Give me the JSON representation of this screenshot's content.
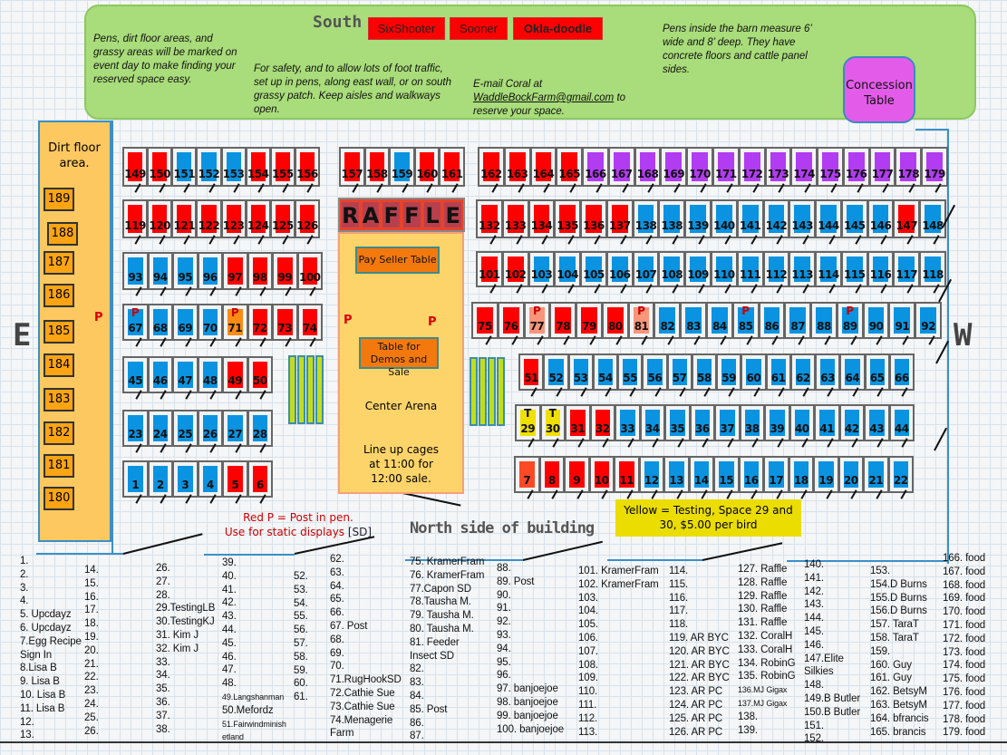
{
  "banner": {
    "note_left": "Pens, dirt floor areas, and grassy areas will  be marked on  event day to make finding your reserved space easy.",
    "note_safety": "For safety, and to allow lots of foot traffic, set up in pens, along east wall, or on south grassy patch.  Keep aisles and walkways open.",
    "south_label": "South",
    "tags": [
      "SixShooter",
      "Sooner",
      "Okla-doodle"
    ],
    "email_prefix": "E-mail Coral at",
    "email": "WaddleBockFarm@gmail.com",
    "email_suffix": "to reserve your space.",
    "pens_note": "Pens inside the barn measure 6’ wide and 8’ deep.  They have concrete floors and cattle panel sides.",
    "concession": "Concession Table"
  },
  "dirt_floor": {
    "title": "Dirt floor area.",
    "stalls": [
      "189",
      "188",
      "187",
      "186",
      "185",
      "184",
      "183",
      "182",
      "181",
      "180"
    ],
    "post_mark": "P"
  },
  "colors": {
    "r": "#ff0000",
    "b": "#0a93e0",
    "p": "#b23cf2",
    "o": "#fa8c14",
    "pk": "#f8957a",
    "y": "#f0e000",
    "or": "#fc4a25"
  },
  "pen_rows": [
    {
      "id": "r1-left",
      "pens": [
        [
          149,
          "r"
        ],
        [
          150,
          "r"
        ],
        [
          151,
          "b"
        ],
        [
          152,
          "b"
        ],
        [
          153,
          "b"
        ],
        [
          154,
          "r"
        ],
        [
          155,
          "r"
        ],
        [
          156,
          "r"
        ]
      ]
    },
    {
      "id": "r1-mid",
      "pens": [
        [
          157,
          "r"
        ],
        [
          158,
          "r"
        ],
        [
          159,
          "b"
        ],
        [
          160,
          "r"
        ],
        [
          161,
          "r"
        ]
      ]
    },
    {
      "id": "r1-right",
      "pens": [
        [
          162,
          "r"
        ],
        [
          163,
          "r"
        ],
        [
          164,
          "r"
        ],
        [
          165,
          "r"
        ],
        [
          166,
          "p"
        ],
        [
          167,
          "p"
        ],
        [
          168,
          "p"
        ],
        [
          169,
          "p"
        ],
        [
          170,
          "p"
        ],
        [
          171,
          "p"
        ],
        [
          172,
          "p"
        ],
        [
          173,
          "p"
        ],
        [
          174,
          "p"
        ],
        [
          175,
          "p"
        ],
        [
          176,
          "p"
        ],
        [
          177,
          "p"
        ],
        [
          178,
          "p"
        ],
        [
          179,
          "p"
        ]
      ]
    },
    {
      "id": "r2-left",
      "pens": [
        [
          119,
          "r"
        ],
        [
          120,
          "r"
        ],
        [
          121,
          "r"
        ],
        [
          122,
          "r"
        ],
        [
          123,
          "r"
        ],
        [
          124,
          "r"
        ],
        [
          125,
          "r"
        ],
        [
          126,
          "r"
        ]
      ]
    },
    {
      "id": "r2-right",
      "pens": [
        [
          132,
          "r"
        ],
        [
          133,
          "r"
        ],
        [
          134,
          "r"
        ],
        [
          135,
          "r"
        ],
        [
          136,
          "r"
        ],
        [
          137,
          "r"
        ],
        [
          138,
          "b"
        ],
        [
          138,
          "b"
        ],
        [
          139,
          "b"
        ],
        [
          140,
          "b"
        ],
        [
          141,
          "b"
        ],
        [
          142,
          "b"
        ],
        [
          143,
          "b"
        ],
        [
          144,
          "b"
        ],
        [
          145,
          "b"
        ],
        [
          146,
          "b"
        ],
        [
          147,
          "r"
        ],
        [
          148,
          "b"
        ]
      ]
    },
    {
      "id": "r3-left",
      "pens": [
        [
          93,
          "b"
        ],
        [
          94,
          "b"
        ],
        [
          95,
          "b"
        ],
        [
          96,
          "b"
        ],
        [
          97,
          "r"
        ],
        [
          98,
          "r"
        ],
        [
          99,
          "r"
        ],
        [
          100,
          "r"
        ]
      ]
    },
    {
      "id": "r3-right",
      "pens": [
        [
          101,
          "r"
        ],
        [
          102,
          "r"
        ],
        [
          103,
          "b"
        ],
        [
          104,
          "b"
        ],
        [
          105,
          "b"
        ],
        [
          106,
          "b"
        ],
        [
          107,
          "b"
        ],
        [
          108,
          "b"
        ],
        [
          109,
          "b"
        ],
        [
          110,
          "b"
        ],
        [
          111,
          "b"
        ],
        [
          112,
          "b"
        ],
        [
          113,
          "b"
        ],
        [
          114,
          "b"
        ],
        [
          115,
          "b"
        ],
        [
          116,
          "b"
        ],
        [
          117,
          "b"
        ],
        [
          118,
          "b"
        ]
      ]
    },
    {
      "id": "r4-left",
      "pens": [
        [
          67,
          "b",
          "P"
        ],
        [
          68,
          "b"
        ],
        [
          69,
          "b"
        ],
        [
          70,
          "b"
        ],
        [
          71,
          "o",
          "P"
        ],
        [
          72,
          "r"
        ],
        [
          73,
          "r"
        ],
        [
          74,
          "r"
        ]
      ]
    },
    {
      "id": "r4-right",
      "pens": [
        [
          75,
          "r"
        ],
        [
          76,
          "r"
        ],
        [
          77,
          "pk",
          "P"
        ],
        [
          78,
          "r"
        ],
        [
          79,
          "r"
        ],
        [
          80,
          "r"
        ],
        [
          81,
          "pk",
          "P"
        ],
        [
          82,
          "b"
        ],
        [
          83,
          "b"
        ],
        [
          84,
          "b"
        ],
        [
          85,
          "b",
          "P"
        ],
        [
          86,
          "b"
        ],
        [
          87,
          "b"
        ],
        [
          88,
          "b"
        ],
        [
          89,
          "b",
          "P"
        ],
        [
          90,
          "b"
        ],
        [
          91,
          "b"
        ],
        [
          92,
          "b"
        ]
      ]
    },
    {
      "id": "r5-left",
      "pens": [
        [
          45,
          "b"
        ],
        [
          46,
          "b"
        ],
        [
          47,
          "b"
        ],
        [
          48,
          "b"
        ],
        [
          49,
          "r"
        ],
        [
          50,
          "r"
        ]
      ]
    },
    {
      "id": "r5-right",
      "pens": [
        [
          51,
          "r"
        ],
        [
          52,
          "b"
        ],
        [
          53,
          "b"
        ],
        [
          54,
          "b"
        ],
        [
          55,
          "b"
        ],
        [
          56,
          "b"
        ],
        [
          57,
          "b"
        ],
        [
          58,
          "b"
        ],
        [
          59,
          "b"
        ],
        [
          60,
          "b"
        ],
        [
          61,
          "b"
        ],
        [
          62,
          "b"
        ],
        [
          63,
          "b"
        ],
        [
          64,
          "b"
        ],
        [
          65,
          "b"
        ],
        [
          66,
          "b"
        ]
      ]
    },
    {
      "id": "r6-left",
      "pens": [
        [
          23,
          "b"
        ],
        [
          24,
          "b"
        ],
        [
          25,
          "b"
        ],
        [
          26,
          "b"
        ],
        [
          27,
          "b"
        ],
        [
          28,
          "b"
        ]
      ]
    },
    {
      "id": "r6-right",
      "pens": [
        [
          29,
          "y",
          "T"
        ],
        [
          30,
          "y",
          "T"
        ],
        [
          31,
          "r"
        ],
        [
          32,
          "r"
        ],
        [
          33,
          "b"
        ],
        [
          34,
          "b"
        ],
        [
          35,
          "b"
        ],
        [
          36,
          "b"
        ],
        [
          37,
          "b"
        ],
        [
          38,
          "b"
        ],
        [
          39,
          "b"
        ],
        [
          40,
          "b"
        ],
        [
          41,
          "b"
        ],
        [
          42,
          "b"
        ],
        [
          43,
          "b"
        ],
        [
          44,
          "b"
        ]
      ]
    },
    {
      "id": "r7-left",
      "pens": [
        [
          1,
          "b"
        ],
        [
          2,
          "b"
        ],
        [
          3,
          "b"
        ],
        [
          4,
          "b"
        ],
        [
          5,
          "r"
        ],
        [
          6,
          "r"
        ]
      ]
    },
    {
      "id": "r7-right",
      "pens": [
        [
          7,
          "or"
        ],
        [
          8,
          "r"
        ],
        [
          9,
          "r"
        ],
        [
          10,
          "r"
        ],
        [
          11,
          "r"
        ],
        [
          12,
          "b"
        ],
        [
          13,
          "b"
        ],
        [
          14,
          "b"
        ],
        [
          15,
          "b"
        ],
        [
          16,
          "b"
        ],
        [
          17,
          "b"
        ],
        [
          18,
          "b"
        ],
        [
          19,
          "b"
        ],
        [
          20,
          "b"
        ],
        [
          21,
          "b"
        ],
        [
          22,
          "b"
        ]
      ]
    }
  ],
  "raffle_letters": [
    "R",
    "A",
    "F",
    "F",
    "L",
    "E"
  ],
  "arena": {
    "pay_table": "Pay  Seller Table",
    "demo_table": "Table for Demos and Sale",
    "center": "Center Arena",
    "lineup": "Line up cages at 11:00 for 12:00 sale.",
    "post_mark": "P"
  },
  "legend": {
    "red_p_1": "Red P = Post in pen.",
    "red_p_2": "Use for static displays",
    "sd": "[SD]",
    "north": "North side of building",
    "yellow": "Yellow = Testing, Space 29 and 30,  $5.00 per bird"
  },
  "sides": {
    "east": "E",
    "west": "W"
  },
  "roster": [
    [
      "1.",
      "2.",
      "3.",
      "4.",
      "5. Upcdayz",
      "6. Upcdayz",
      "7.Egg Recipe",
      "Sign In",
      "8.Lisa B",
      "9. Lisa B",
      "10. Lisa B",
      "11. Lisa B",
      "12.",
      "13."
    ],
    [
      "14.",
      "15.",
      "16.",
      "17.",
      "18.",
      "19.",
      "20.",
      "21.",
      "22.",
      "23.",
      "24.",
      "25.",
      "26."
    ],
    [
      "26.",
      "27.",
      "28.",
      "29.TestingLB",
      "30.TestingKJ",
      "31. Kim J",
      "32. Kim J",
      "33.",
      "34.",
      "35.",
      "36.",
      "37.",
      "38."
    ],
    [
      "39.",
      "40.",
      "41.",
      "42.",
      "43.",
      "44.",
      "45.",
      "46.",
      "47.",
      "48.",
      "49.Langshanman",
      "50.Mefordz",
      "51.Fairwindminish",
      "etland"
    ],
    [
      "52.",
      "53.",
      "54.",
      "55.",
      "56.",
      "57.",
      "58.",
      "59.",
      "60.",
      "61."
    ],
    [
      "62.",
      "63.",
      "64.",
      "65.",
      "66.",
      "67. Post",
      "68.",
      "69.",
      "70.",
      "71.RugHookSD",
      "72.Cathie Sue",
      "73.Cathie Sue",
      "74.Menagerie",
      "Farm"
    ],
    [
      "75. KramerFram",
      "76. KramerFram",
      "77.Capon SD",
      "78.Tausha M.",
      "79. Tausha M.",
      "80. Tausha M.",
      "81. Feeder",
      "Insect SD",
      "82.",
      "83.",
      "84.",
      "85. Post",
      "86.",
      "87."
    ],
    [
      "88.",
      "89. Post",
      "90.",
      "91.",
      "92.",
      "93.",
      "94.",
      "95.",
      "96.",
      "97. banjoejoe",
      "98. banjoejoe",
      "99. banjoejoe",
      "100. banjoejoe"
    ],
    [
      "101. KramerFram",
      "102. KramerFram",
      "103.",
      "104.",
      "105.",
      "106.",
      "107.",
      "108.",
      "109.",
      "110.",
      "111.",
      "112.",
      "113."
    ],
    [
      "114.",
      "115.",
      "116.",
      "117.",
      "118.",
      "119. AR BYC",
      "120. AR BYC",
      "121. AR BYC",
      "122. AR BYC",
      "123. AR PC",
      "124. AR PC",
      "125. AR PC",
      "126. AR PC"
    ],
    [
      "127. Raffle",
      "128. Raffle",
      "129. Raffle",
      "130. Raffle",
      "131. Raffle",
      "132. CoralH",
      "133. CoralH",
      "134. RobinG",
      "135. RobinG",
      "136.MJ Gigax",
      "137.MJ Gigax",
      "138.",
      "139."
    ],
    [
      "140.",
      "141.",
      "142.",
      "143.",
      "144.",
      "145.",
      "146.",
      "147.Elite",
      "Silkies",
      "148.",
      "149.B Butler",
      "150.B Butler",
      "151.",
      "152."
    ],
    [
      "153.",
      "154.D Burns",
      "155.D Burns",
      "156.D Burns",
      "157. TaraT",
      "158. TaraT",
      "159.",
      "160. Guy",
      "161. Guy",
      "162. BetsyM",
      "163. BetsyM",
      "164. bfrancis",
      "165. brancis"
    ],
    [
      "166. food",
      "167. food",
      "168. food",
      "169. food",
      "170. food",
      "171. food",
      "172. food",
      "173. food",
      "174. food",
      "175. food",
      "176. food",
      "177. food",
      "178. food",
      "179. food"
    ]
  ]
}
